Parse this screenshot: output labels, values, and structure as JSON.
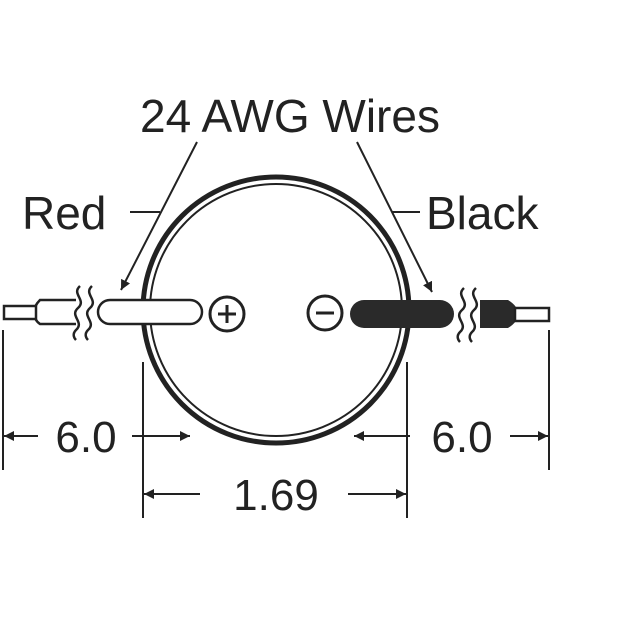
{
  "labels": {
    "title": "24 AWG Wires",
    "red": "Red",
    "black": "Black",
    "plus_symbol": "+",
    "minus_symbol": "−"
  },
  "dimensions": {
    "left_lead": "6.0",
    "right_lead": "6.0",
    "body_diameter": "1.69"
  },
  "colors": {
    "stroke": "#222222",
    "black_wire": "#2a2a2a",
    "background": "#ffffff"
  }
}
